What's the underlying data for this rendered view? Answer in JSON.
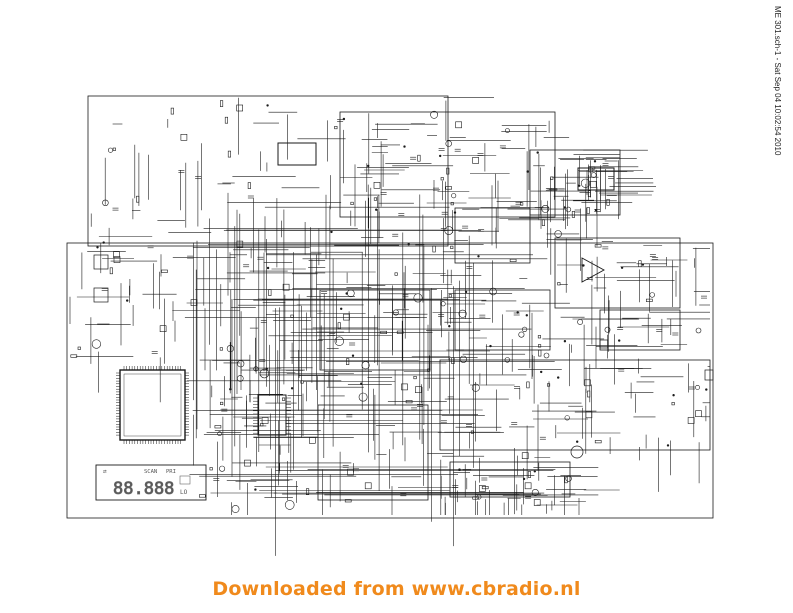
{
  "sheet": {
    "stamp": "ME 301.sch-1 - Sat Sep 04 10:02:54 2010"
  },
  "footer": {
    "banner": "Downloaded from www.cbradio.nl"
  },
  "display": {
    "labels": [
      "SCAN",
      "PRI"
    ],
    "digits": "88.888",
    "lo_label": "LO"
  },
  "colors": {
    "line": "#1a1a1a",
    "banner": "#f08a1c",
    "background": "#ffffff"
  }
}
